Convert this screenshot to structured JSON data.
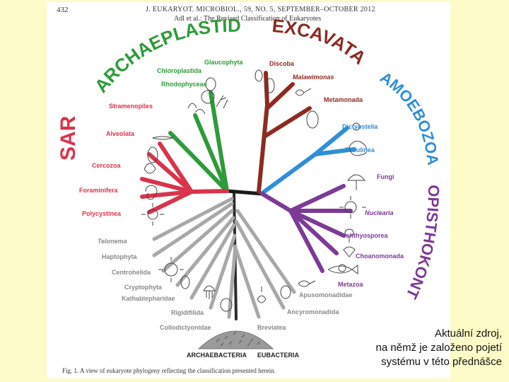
{
  "header": {
    "page_number": "432",
    "journal": "J. EUKARYOT. MICROBIOL., 59, NO. 5, SEPTEMBER–OCTOBER 2012",
    "subtitle": "Adl et al.: The Revised Classification of Eukaryotes"
  },
  "supergroups": {
    "archaeplastida": "ARCHAEPLASTIDA",
    "excavata": "EXCAVATA",
    "amoebozoa": "AMOEBOZOA",
    "opisthokonta": "OPISTHOKONTA",
    "sar": "SAR"
  },
  "groups": {
    "glaucophyta": "Glaucophyta",
    "chloroplastida": "Chloroplastida",
    "rhodophyceae": "Rhodophyceae",
    "discoba": "Discoba",
    "malawimonas": "Malawimonas",
    "metamonada": "Metamonada",
    "dictyostelia": "Dictyostelia",
    "tubulinea": "Tubulinea",
    "fungi": "Fungi",
    "nuclearia": "Nuclearia",
    "ichthyosporea": "Ichthyosporea",
    "choanomonada": "Choanomonada",
    "metazoa": "Metazoa",
    "apusomonadidae": "Apusomonadidae",
    "ancyromonadida": "Ancyromonadida",
    "stramenopiles": "Stramenopiles",
    "alveolata": "Alveolata",
    "cercozoa": "Cercozoa",
    "foraminifera": "Foraminifera",
    "polycystinea": "Polycystinea",
    "telonema": "Telonema",
    "haptophyta": "Haptophyta",
    "centrohelida": "Centrohelida",
    "cryptophyta": "Cryptophyta",
    "kathablepharidae": "Kathablepharidae",
    "rigidifilida": "Rigidifilida",
    "collodictyonidae": "Collodictyonidae",
    "breviatea": "Breviatea"
  },
  "base": {
    "archaebacteria": "ARCHAEBACTERIA",
    "eubacteria": "EUBACTERIA"
  },
  "figure_caption": "Fig. 1.   A view of eukaryote phylogeny reflecting the classification presented herein.",
  "colors": {
    "archaeplastida": "#2e9b3a",
    "excavata": "#8b2b22",
    "amoebozoa": "#2f8fd6",
    "opisthokonta": "#7c3a96",
    "sar": "#d9344b",
    "unplaced": "#a8a8a8",
    "background": "#fdfcc8"
  },
  "note": {
    "line1": "Aktuální zdroj,",
    "line2": "na němž je založeno pojetí",
    "line3": "systému v této přednášce"
  }
}
